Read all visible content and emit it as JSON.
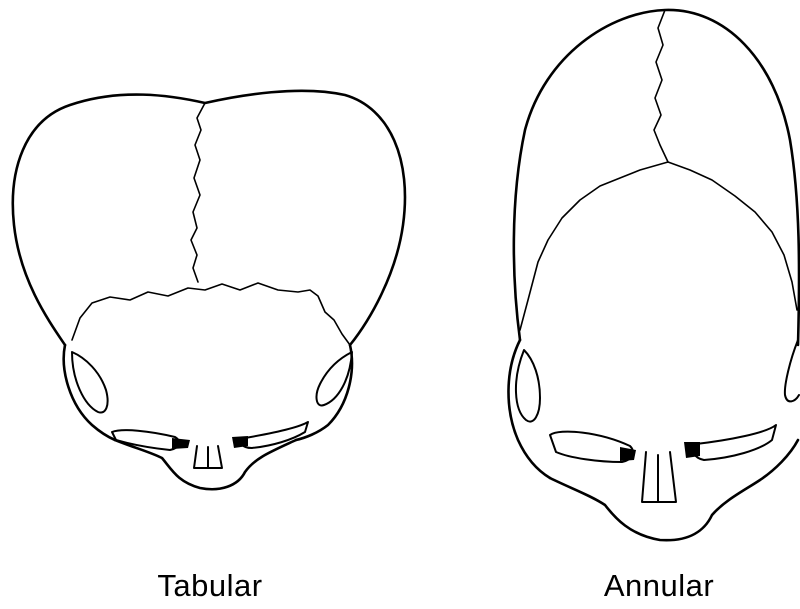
{
  "figures": [
    {
      "id": "tabular",
      "caption": "Tabular"
    },
    {
      "id": "annular",
      "caption": "Annular"
    }
  ]
}
